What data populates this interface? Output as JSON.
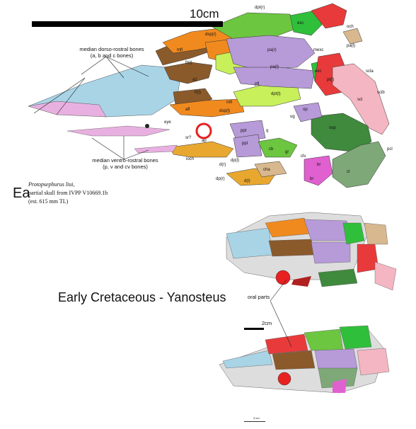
{
  "scale_bar": {
    "label": "10cm"
  },
  "annotations": {
    "dorso_rostral": [
      "median dorso-rostral bones",
      "(a, b and c bones)"
    ],
    "ventro_rostral": [
      "median ventro-rostral bones",
      "(p, v and cv bones)"
    ],
    "oral_parts": "oral parts",
    "small_scale": "2cm",
    "tiny_scale": "3 cm"
  },
  "figure_label": "Ea",
  "caption": {
    "species": "Protopsephurus liui,",
    "specimen": "partial skull from IVPP V10669.1b",
    "length": "(est. 615 mm TL)"
  },
  "title": "Early Cretaceous - Yanosteus",
  "bone_labels": {
    "och": "och",
    "dpt_r": "dpt(r)",
    "exc": "exc",
    "dsp_r": "dsp(r)",
    "pa_l": "pa(l)",
    "mfl": "mfl",
    "pa_r": "pa(r)",
    "mexc": "mexc",
    "fr_r": "fr(r)",
    "pa_l2": "pa(l)",
    "a1": "a1",
    "exc2": "exc",
    "pt_l": "pt(l)",
    "fr_l": "fr(l)",
    "dpt_l": "dpt(l)",
    "pfl": "pfl",
    "scla": "scla",
    "scib": "scib",
    "scl": "scl",
    "mfl2": "mfl",
    "afl": "afl",
    "dsp_l": "dsp(l)",
    "eye": "eye",
    "op": "op",
    "ug": "ug",
    "sop": "sop",
    "sr": "sr?",
    "ap": "ap",
    "ppt": "ppt",
    "q": "q",
    "ppl": "ppl",
    "cb": "cb",
    "gr": "gr",
    "iocn": "iocn",
    "d_r": "d(r)",
    "dp_l": "dp(l)",
    "dp_r": "dp(r)",
    "cha": "cha",
    "d_l": "d(l)",
    "br": "br",
    "br2": "br",
    "pcl": "pcl",
    "cl": "cl",
    "clv": "clv"
  },
  "colors": {
    "light_blue": "#a8d4e6",
    "orange": "#f08a1e",
    "brown": "#8b5a2b",
    "green": "#6cc640",
    "lime": "#c8f05a",
    "purple": "#b79ad8",
    "red": "#e83a3a",
    "pink": "#f4b6c2",
    "magenta": "#e060d0",
    "dark_green": "#3f8a3c",
    "tan": "#d8b88e",
    "gold": "#e8a830"
  }
}
